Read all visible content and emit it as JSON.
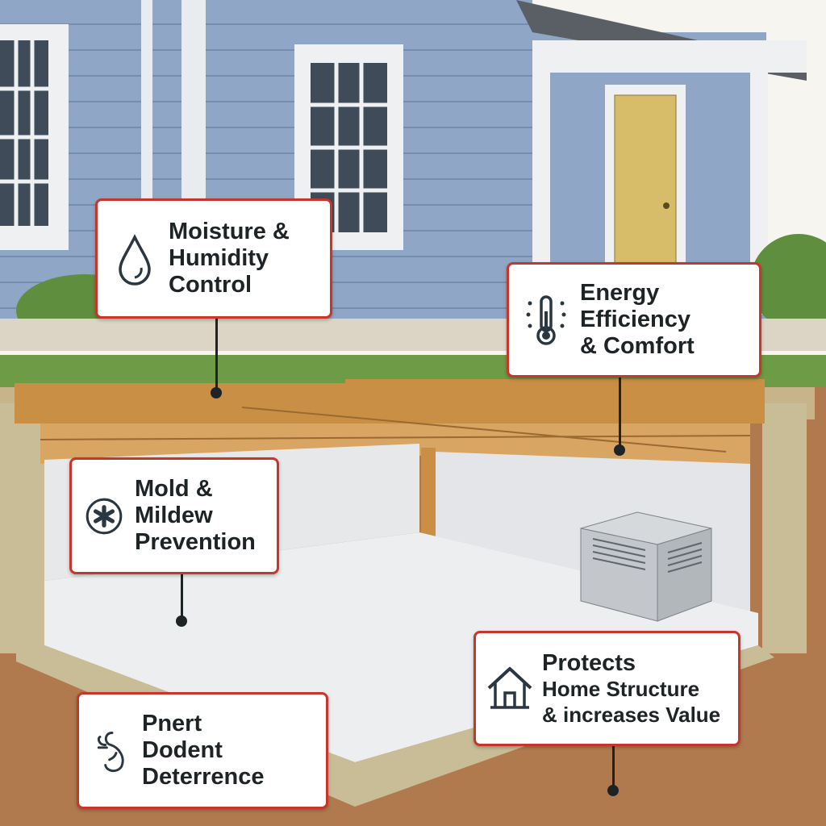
{
  "callouts": [
    {
      "id": "moisture",
      "icon": "water-drop-icon",
      "lines": [
        "Moisture &",
        "Humidity",
        "Control"
      ]
    },
    {
      "id": "energy",
      "icon": "thermometer-icon",
      "lines": [
        "Energy",
        "Efficiency",
        "& Comfort"
      ]
    },
    {
      "id": "mold",
      "icon": "mold-spore-icon",
      "lines": [
        "Mold &",
        "Mildew",
        "Prevention"
      ]
    },
    {
      "id": "rodent",
      "icon": "rodent-icon",
      "lines": [
        "Pnert",
        "Dodent",
        "Deterrence"
      ]
    },
    {
      "id": "structure",
      "icon": "house-icon",
      "lines": [
        "Protects",
        "Home Structure",
        "& increases Value"
      ]
    }
  ],
  "colors": {
    "accent": "#c8352a",
    "siding": "#8fa6c6",
    "grass": "#6e9b45",
    "wood": "#c98f45",
    "text": "#1e2326"
  }
}
